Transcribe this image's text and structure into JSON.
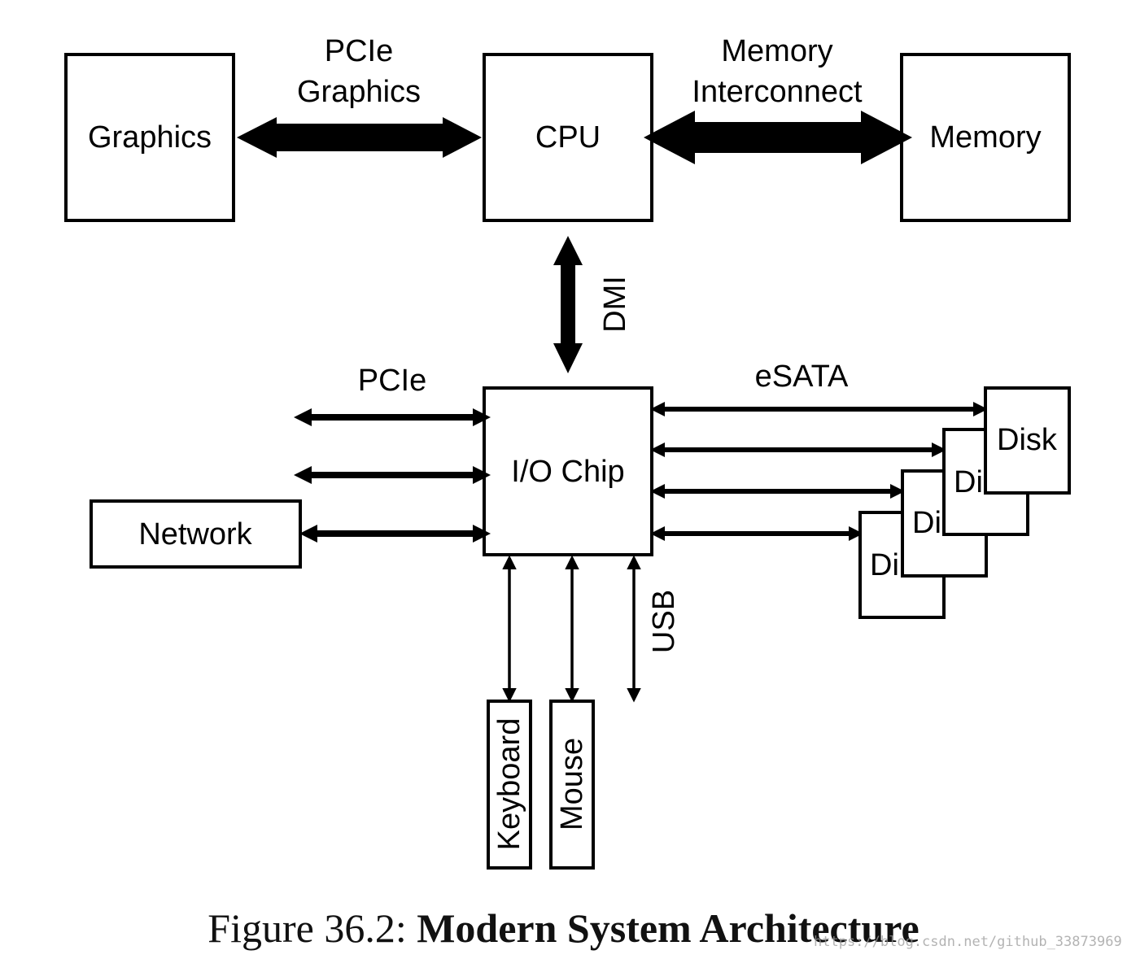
{
  "nodes": {
    "graphics": "Graphics",
    "cpu": "CPU",
    "memory": "Memory",
    "io_chip": "I/O Chip",
    "network": "Network",
    "disk": "Disk",
    "disk_partial": "Di",
    "keyboard": "Keyboard",
    "mouse": "Mouse"
  },
  "links": {
    "pcie_graphics_line1": "PCIe",
    "pcie_graphics_line2": "Graphics",
    "memory_interconnect_line1": "Memory",
    "memory_interconnect_line2": "Interconnect",
    "dmi": "DMI",
    "pcie": "PCIe",
    "esata": "eSATA",
    "usb": "USB"
  },
  "caption": {
    "prefix": "Figure 36.2:",
    "title": "Modern System Architecture"
  },
  "watermark": "https://blog.csdn.net/github_33873969"
}
